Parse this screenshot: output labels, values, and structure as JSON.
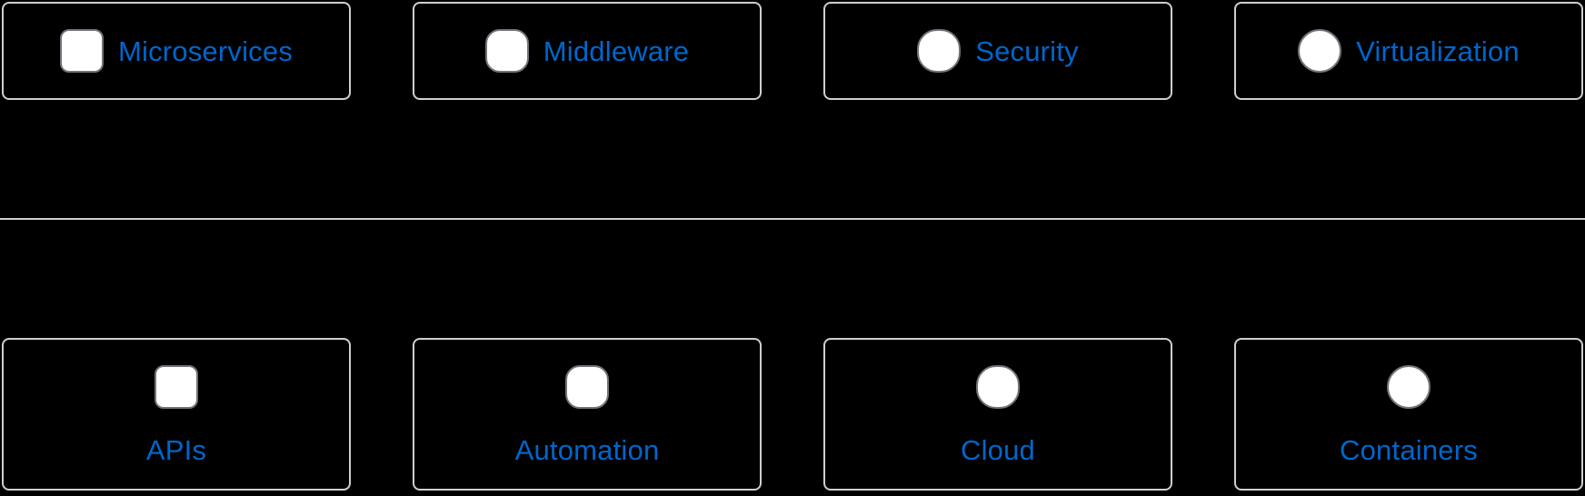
{
  "colors": {
    "background": "#000000",
    "tile_border": "#cfcfcf",
    "label_blue": "#0066cc",
    "icon_fill": "#ffffff",
    "icon_border": "#70747a",
    "divider": "#cfcfcf"
  },
  "sections": [
    {
      "name": "horizontal-tiles",
      "layout": "horizontal",
      "tiles": [
        {
          "label": "Microservices",
          "icon": "rounded-square-icon"
        },
        {
          "label": "Middleware",
          "icon": "soft-rounded-square-icon"
        },
        {
          "label": "Security",
          "icon": "squircle-icon"
        },
        {
          "label": "Virtualization",
          "icon": "circle-icon"
        }
      ]
    },
    {
      "name": "stacked-tiles",
      "layout": "stacked",
      "tiles": [
        {
          "label": "APIs",
          "icon": "rounded-square-icon"
        },
        {
          "label": "Automation",
          "icon": "soft-rounded-square-icon"
        },
        {
          "label": "Cloud",
          "icon": "squircle-icon"
        },
        {
          "label": "Containers",
          "icon": "circle-icon"
        }
      ]
    }
  ]
}
